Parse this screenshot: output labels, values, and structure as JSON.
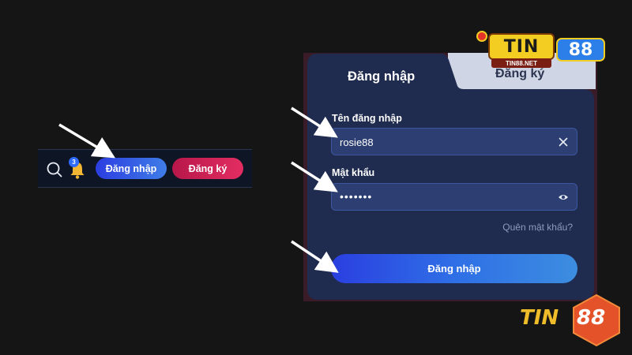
{
  "header": {
    "notification_count": "3",
    "login_label": "Đăng nhập",
    "register_label": "Đăng ký"
  },
  "login_panel": {
    "tabs": [
      {
        "label": "Đăng nhập",
        "active": true
      },
      {
        "label": "Đăng ký",
        "active": false
      }
    ],
    "username": {
      "label": "Tên đăng nhập",
      "value": "rosie88"
    },
    "password": {
      "label": "Mật khẩu",
      "value": "•••••••"
    },
    "forgot_label": "Quên mật khẩu?",
    "submit_label": "Đăng nhập"
  },
  "logos": {
    "top": {
      "main": "TIN",
      "number": "88",
      "sub": "TIN88.NET"
    },
    "bottom": {
      "main": "TIN",
      "number": "88"
    }
  },
  "colors": {
    "login_button": "#2b3de0",
    "register_button": "#e22d62",
    "panel_bg": "#1f2c4f",
    "field_bg": "#2d3f72",
    "badge": "#2f6bff"
  }
}
